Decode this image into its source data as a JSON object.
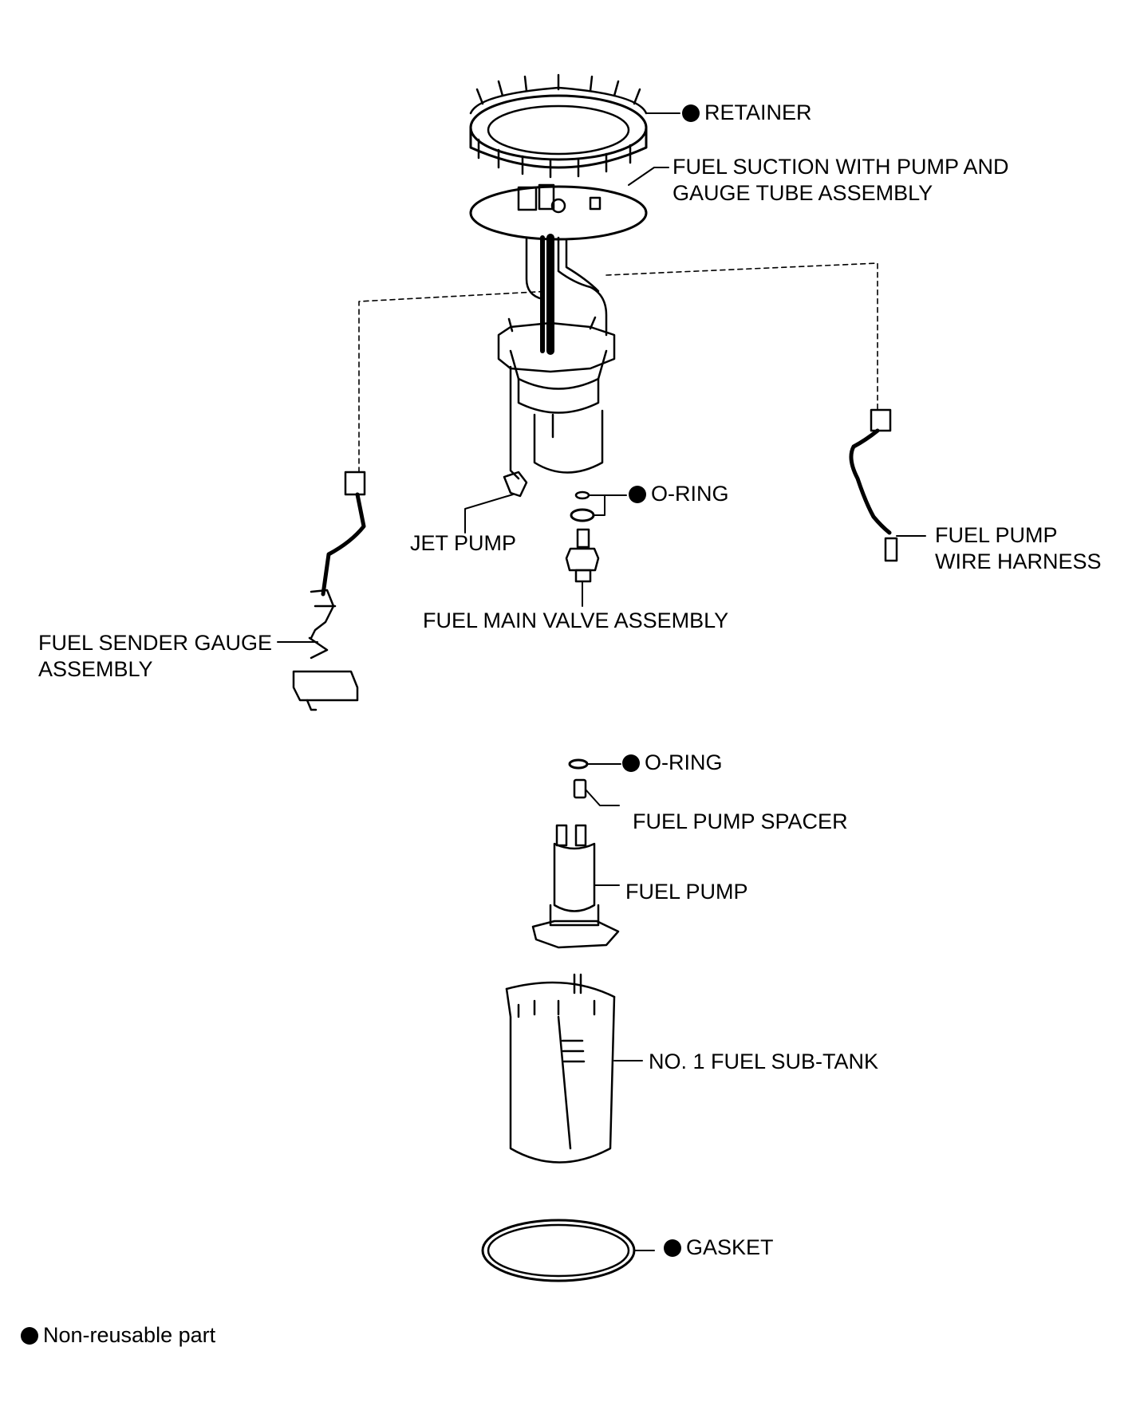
{
  "labels": {
    "retainer": "RETAINER",
    "fuel_suction_line1": "FUEL SUCTION WITH PUMP AND",
    "fuel_suction_line2": "GAUGE TUBE ASSEMBLY",
    "o_ring_upper": "O-RING",
    "jet_pump": "JET PUMP",
    "fuel_pump_wire_harness_line1": "FUEL PUMP",
    "fuel_pump_wire_harness_line2": "WIRE HARNESS",
    "fuel_main_valve": "FUEL MAIN VALVE ASSEMBLY",
    "fuel_sender_gauge_line1": "FUEL SENDER GAUGE",
    "fuel_sender_gauge_line2": "ASSEMBLY",
    "o_ring_lower": "O-RING",
    "fuel_pump_spacer": "FUEL PUMP SPACER",
    "fuel_pump": "FUEL PUMP",
    "fuel_sub_tank": "NO. 1 FUEL SUB-TANK",
    "gasket": "GASKET"
  },
  "legend": {
    "text": "Non-reusable part",
    "marker": "filled-circle"
  },
  "colors": {
    "line": "#000000",
    "background": "#ffffff"
  }
}
